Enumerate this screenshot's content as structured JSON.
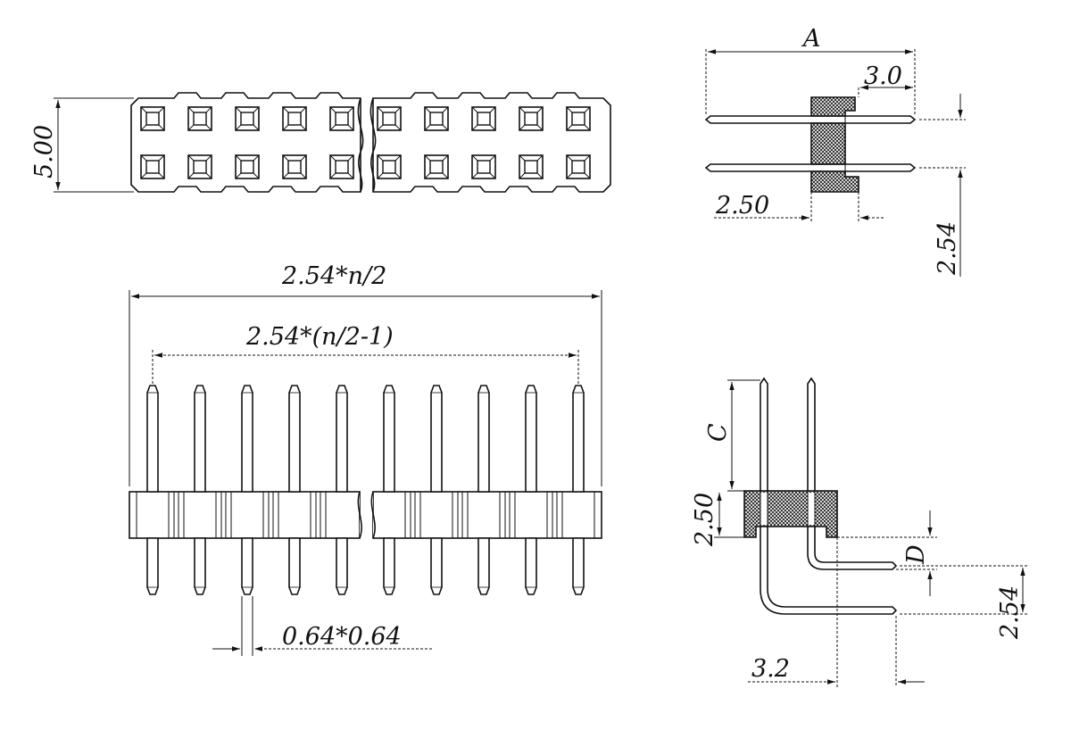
{
  "colors": {
    "line": "#111111",
    "background": "#ffffff"
  },
  "labels": {
    "height_500": "5.00",
    "dim_A": "A",
    "dim_30": "3.0",
    "dim_250_side": "2.50",
    "dim_254_side": "2.54",
    "dim_total": "2.54*n/2",
    "dim_inner": "2.54*(n/2-1)",
    "dim_pin": "0.64*0.64",
    "dim_C": "C",
    "dim_250_ra": "2.50",
    "dim_D": "D",
    "dim_254_ra": "2.54",
    "dim_32": "3.2"
  }
}
